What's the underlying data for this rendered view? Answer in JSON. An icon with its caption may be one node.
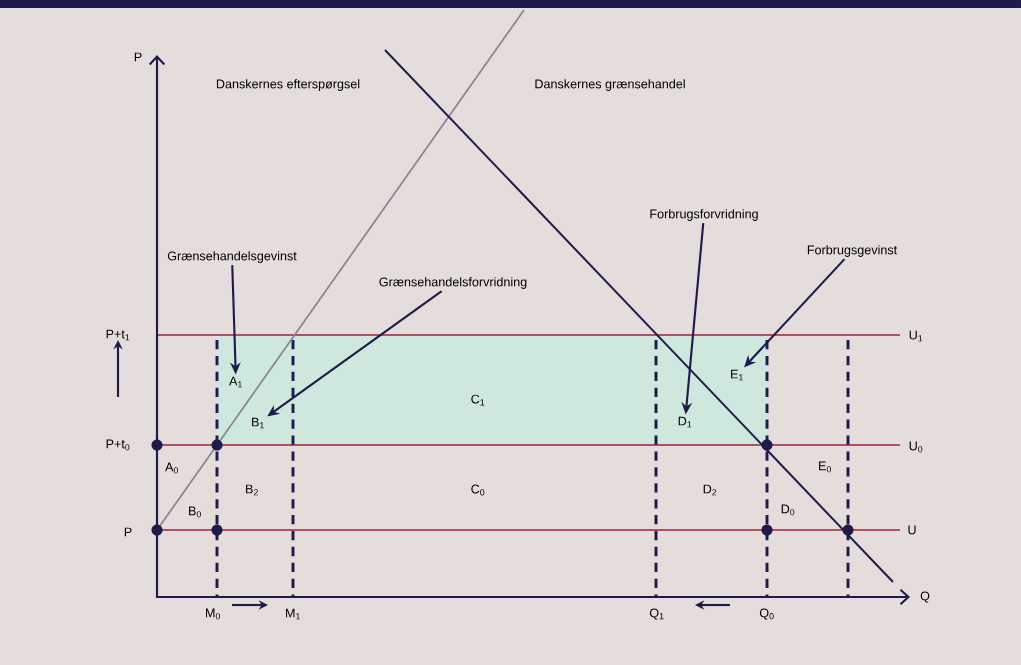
{
  "diagram": {
    "nodes": [
      {
        "text": [
          "Grænsehandelsgevinst"
        ]
      },
      {
        "text": [
          "Grænsehandelsforvridning"
        ]
      },
      {
        "text": [
          "Forbrugsforvridning"
        ]
      },
      {
        "text": [
          "Forbrugsgevinst"
        ]
      },
      {
        "text": [
          "A$_{1}$"
        ]
      },
      {
        "text": [
          "B$_{1}$"
        ]
      },
      {
        "text": [
          "D$_{1}$"
        ]
      },
      {
        "text": [
          "E$_{1}$"
        ]
      }
    ],
    "edges": [
      {
        "from": 0,
        "to": 4,
        "arrow": "to"
      },
      {
        "from": 1,
        "to": 5,
        "arrow": "to"
      },
      {
        "from": 2,
        "to": 6,
        "arrow": "to"
      },
      {
        "from": 3,
        "to": 7,
        "arrow": "to"
      }
    ],
    "labels": [
      "P",
      "Danskernes efterspørgsel",
      "Danskernes grænsehandel",
      "P+t$_{1}$",
      "U$_{1}$",
      "C$_{1}$",
      "P+t$_{0}$",
      "U$_{0}$",
      "A$_{0}$",
      "E$_{0}$",
      "B$_{2}$",
      "C$_{0}$",
      "D$_{2}$",
      "B$_{0}$",
      "D$_{0}$",
      "P",
      "U",
      "Q",
      "M$_{0}$",
      "M$_{1}$",
      "Q$_{1}$",
      "Q$_{0}$"
    ]
  }
}
